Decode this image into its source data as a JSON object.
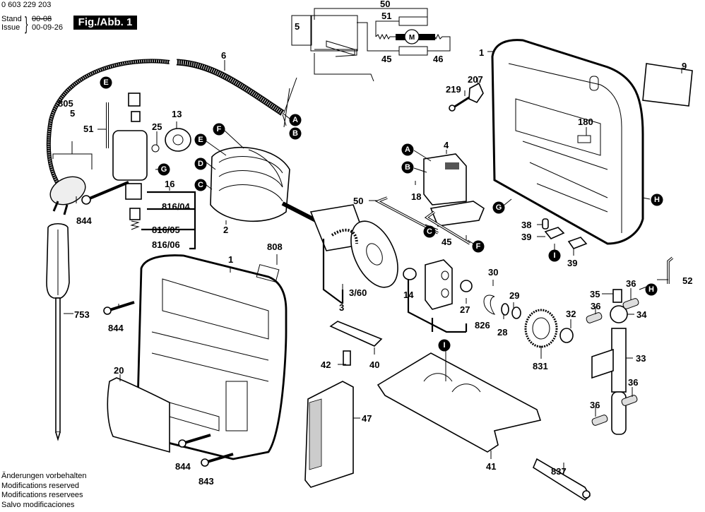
{
  "header": {
    "part_number": "0 603 229 203",
    "stand_label": "Stand",
    "stand_value_struck": "00-08",
    "issue_label": "Issue",
    "issue_value": "00-09-26",
    "figure_label": "Fig./Abb. 1"
  },
  "footer": {
    "lines": [
      "Änderungen vorbehalten",
      "Modifications reserved",
      "Modifications reservees",
      "Salvo modificaciones"
    ]
  },
  "wiring_schematic": {
    "labels": [
      "50",
      "51",
      "5",
      "45",
      "46"
    ],
    "motor_symbol": "M"
  },
  "connection_markers": [
    "A",
    "B",
    "C",
    "D",
    "E",
    "F",
    "G",
    "H",
    "I"
  ],
  "part_callouts": [
    {
      "id": "6",
      "label": "6"
    },
    {
      "id": "805",
      "label": "805"
    },
    {
      "id": "5",
      "label": "5"
    },
    {
      "id": "51",
      "label": "51"
    },
    {
      "id": "25",
      "label": "25"
    },
    {
      "id": "13",
      "label": "13"
    },
    {
      "id": "16",
      "label": "16"
    },
    {
      "id": "816-04",
      "label": "816/04"
    },
    {
      "id": "816-05",
      "label": "816/05"
    },
    {
      "id": "816-06",
      "label": "816/06"
    },
    {
      "id": "844a",
      "label": "844"
    },
    {
      "id": "2",
      "label": "2"
    },
    {
      "id": "808",
      "label": "808"
    },
    {
      "id": "1a",
      "label": "1"
    },
    {
      "id": "844b",
      "label": "844"
    },
    {
      "id": "753",
      "label": "753"
    },
    {
      "id": "20",
      "label": "20"
    },
    {
      "id": "844c",
      "label": "844"
    },
    {
      "id": "843",
      "label": "843"
    },
    {
      "id": "47",
      "label": "47"
    },
    {
      "id": "3-60",
      "label": "3/60"
    },
    {
      "id": "3",
      "label": "3"
    },
    {
      "id": "42",
      "label": "42"
    },
    {
      "id": "40",
      "label": "40"
    },
    {
      "id": "14",
      "label": "14"
    },
    {
      "id": "27",
      "label": "27"
    },
    {
      "id": "826",
      "label": "826"
    },
    {
      "id": "30",
      "label": "30"
    },
    {
      "id": "29",
      "label": "29"
    },
    {
      "id": "28",
      "label": "28"
    },
    {
      "id": "831",
      "label": "831"
    },
    {
      "id": "41",
      "label": "41"
    },
    {
      "id": "837",
      "label": "837"
    },
    {
      "id": "50",
      "label": "50"
    },
    {
      "id": "18",
      "label": "18"
    },
    {
      "id": "45",
      "label": "45"
    },
    {
      "id": "4",
      "label": "4"
    },
    {
      "id": "219",
      "label": "219"
    },
    {
      "id": "207",
      "label": "207"
    },
    {
      "id": "1b",
      "label": "1"
    },
    {
      "id": "9",
      "label": "9"
    },
    {
      "id": "180",
      "label": "180"
    },
    {
      "id": "38",
      "label": "38"
    },
    {
      "id": "39a",
      "label": "39"
    },
    {
      "id": "39b",
      "label": "39"
    },
    {
      "id": "52",
      "label": "52"
    },
    {
      "id": "35",
      "label": "35"
    },
    {
      "id": "36a",
      "label": "36"
    },
    {
      "id": "36b",
      "label": "36"
    },
    {
      "id": "34",
      "label": "34"
    },
    {
      "id": "32",
      "label": "32"
    },
    {
      "id": "33",
      "label": "33"
    },
    {
      "id": "36c",
      "label": "36"
    },
    {
      "id": "36d",
      "label": "36"
    }
  ]
}
